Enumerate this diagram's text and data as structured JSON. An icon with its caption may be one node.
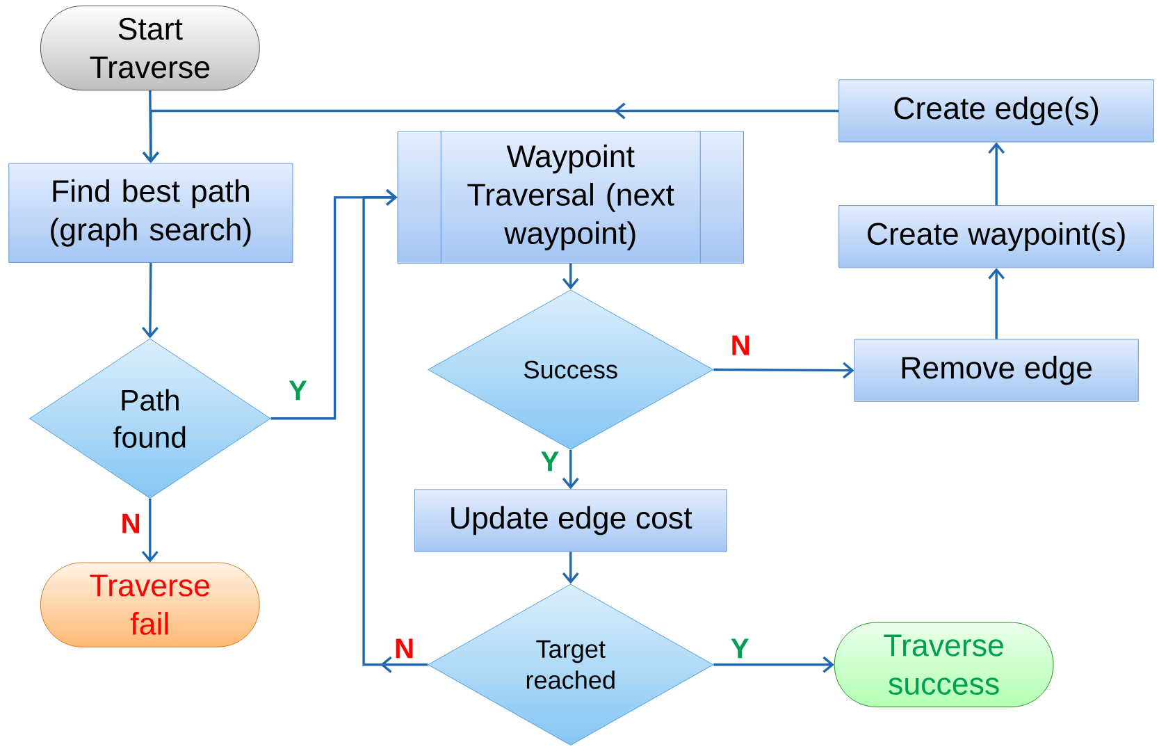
{
  "diagram": {
    "nodes": [
      {
        "text": [
          "Start Traverse"
        ]
      },
      {
        "text": [
          "Find best path (graph search)"
        ]
      },
      {
        "text": [
          "Path found"
        ]
      },
      {
        "text": [
          "Traverse fail"
        ]
      },
      {
        "text": [
          "Waypoint Traversal (next waypoint)"
        ]
      },
      {
        "text": [
          "Success"
        ]
      },
      {
        "text": [
          "Update edge cost"
        ]
      },
      {
        "text": [
          "Target reached"
        ]
      },
      {
        "text": [
          "Traverse success"
        ]
      },
      {
        "text": [
          "Remove edge"
        ]
      },
      {
        "text": [
          "Create waypoint(s)"
        ]
      },
      {
        "text": [
          "Create edge(s)"
        ]
      }
    ],
    "edges": [
      {
        "from": 0,
        "to": 1,
        "arrow": "to"
      },
      {
        "from": 1,
        "to": 2,
        "arrow": "to"
      },
      {
        "from": 2,
        "to": 4,
        "arrow": "to",
        "label": "Y"
      },
      {
        "from": 2,
        "to": 3,
        "arrow": "to",
        "label": "N"
      },
      {
        "from": 4,
        "to": 5,
        "arrow": "to"
      },
      {
        "from": 5,
        "to": 9,
        "arrow": "to",
        "label": "N"
      },
      {
        "from": 5,
        "to": 6,
        "arrow": "to",
        "label": "Y"
      },
      {
        "from": 6,
        "to": 7,
        "arrow": "to"
      },
      {
        "from": 7,
        "to": 8,
        "arrow": "to",
        "label": "Y"
      },
      {
        "from": 7,
        "to": 4,
        "arrow": "to",
        "label": "N"
      },
      {
        "from": 9,
        "to": 10,
        "arrow": "to"
      },
      {
        "from": 10,
        "to": 11,
        "arrow": "to"
      },
      {
        "from": 11,
        "to": 1,
        "arrow": "to"
      }
    ]
  }
}
